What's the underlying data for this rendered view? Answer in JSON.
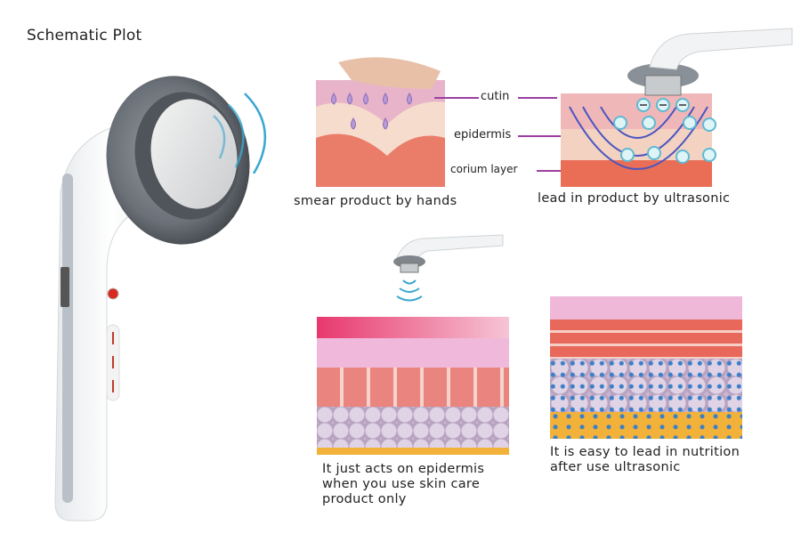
{
  "title": "Schematic Plot",
  "top_left_panel": {
    "caption": "smear product by hands"
  },
  "top_right_panel": {
    "caption": "lead in product by ultrasonic"
  },
  "layer_labels": {
    "cutin": "cutin",
    "epidermis": "epidermis",
    "corium": "corium layer"
  },
  "bottom_left_panel": {
    "caption_lines": [
      "It just acts on epidermis",
      "when you use skin care",
      "product only"
    ]
  },
  "bottom_right_panel": {
    "caption_lines": [
      "It is easy to lead in nutrition",
      "after use ultrasonic"
    ]
  },
  "colors": {
    "label_line": "#9b3fa0",
    "wave": "#3ba7d0",
    "skin_red": "#e8705a",
    "skin_pink": "#f2b8c6",
    "band_magenta": "#e8386e",
    "fat_yellow": "#f2b23a",
    "cell_lilac": "#cbb4cf",
    "nutrient_blue": "#3a7fc8",
    "led_red": "#d62a1e"
  }
}
